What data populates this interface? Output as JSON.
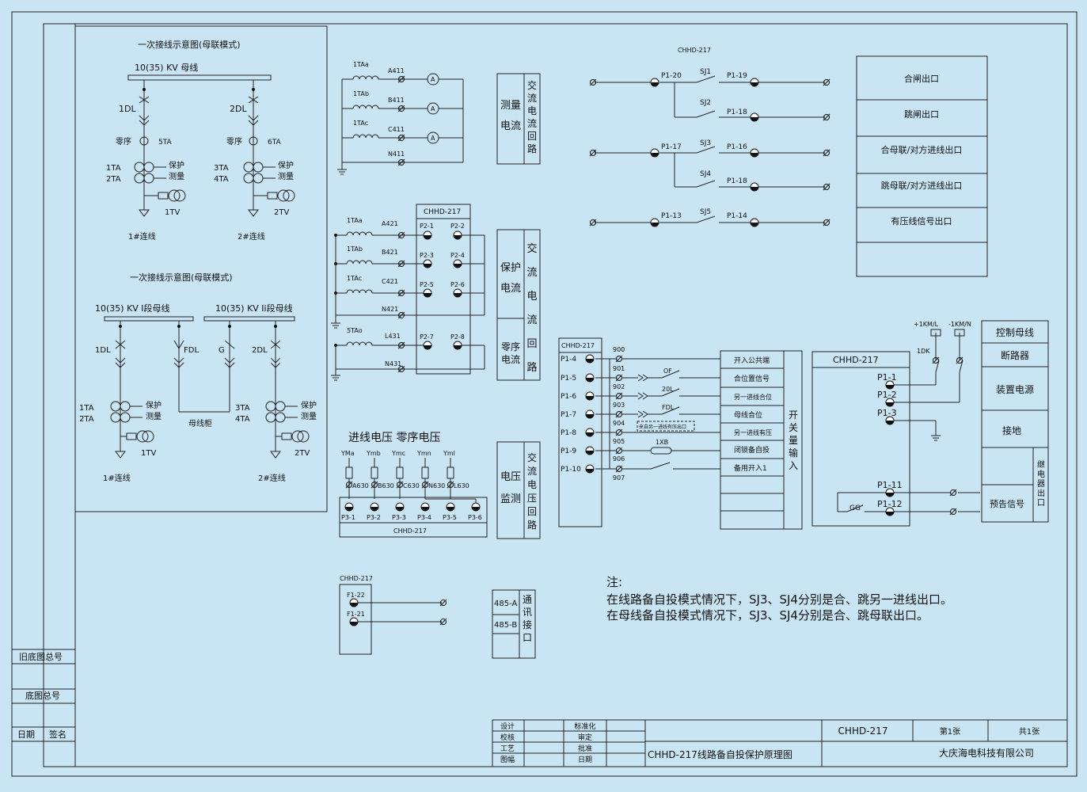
{
  "sec_a": {
    "title": "一次接线示意图(母联模式)",
    "bus": "10(35) KV  母线",
    "dl1": "1DL",
    "dl2": "2DL",
    "zero": "零序",
    "ta5": "5TA",
    "ta6": "6TA",
    "ta1": "1TA",
    "ta2": "2TA",
    "ta3": "3TA",
    "ta4": "4TA",
    "prot": "保护",
    "meas": "测量",
    "tv1": "1TV",
    "tv2": "2TV",
    "line1": "1#连线",
    "line2": "2#连线"
  },
  "sec_b": {
    "title": "一次接线示意图(母联模式)",
    "bus1": "10(35) KV  I段母线",
    "bus2": "10(35) KV  Ii段母线",
    "dl1": "1DL",
    "fdl": "FDL",
    "g": "G",
    "dl2": "2DL",
    "ta1": "1TA",
    "ta2": "2TA",
    "ta3": "3TA",
    "ta4": "4TA",
    "prot": "保护",
    "meas": "测量",
    "cab": "母线柜",
    "tv1": "1TV",
    "tv2": "2TV",
    "line1": "1#连线",
    "line2": "2#连线"
  },
  "meas_ct": {
    "ta": [
      "1TAa",
      "1TAb",
      "1TAc"
    ],
    "wire": [
      "A411",
      "B411",
      "C411",
      "N411"
    ],
    "meter": "A",
    "box_left": "测量\n电流",
    "box_right": "交流电流回路"
  },
  "prot_ct": {
    "device": "CHHD-217",
    "ta": [
      "1TAa",
      "1TAb",
      "1TAc",
      "5TAo"
    ],
    "wire": [
      "A421",
      "B421",
      "C421",
      "N421",
      "L431",
      "N431"
    ],
    "terms": [
      "P2-1",
      "P2-2",
      "P2-3",
      "P2-4",
      "P2-5",
      "P2-6",
      "P2-7",
      "P2-8"
    ],
    "box1": "保护\n电流",
    "box2": "零序\n电流",
    "box_right": "交流电流回路"
  },
  "vt": {
    "title": "进线电压  零序电压",
    "fuses": [
      "YMa",
      "Ymb",
      "Ymc",
      "Ymn",
      "Yml"
    ],
    "wires": [
      "A630",
      "B630",
      "C630",
      "N630",
      "L630"
    ],
    "terms": [
      "P3-1",
      "P3-2",
      "P3-3",
      "P3-4",
      "P3-5",
      "P3-6"
    ],
    "device": "CHHD-217",
    "box_left": "电压\n监测",
    "box_right": "交流电压回路"
  },
  "comm": {
    "device": "CHHD-217",
    "terms": [
      "F1-22",
      "F1-21"
    ],
    "a": "485-A",
    "b": "485-B",
    "box_right": "通讯接口"
  },
  "out": {
    "device": "CHHD-217",
    "rows": [
      {
        "left": "P1-20",
        "sj": "SJ1",
        "right": "P1-19"
      },
      {
        "left": "",
        "sj": "SJ2",
        "right": "P1-18"
      },
      {
        "left": "P1-17",
        "sj": "SJ3",
        "right": "P1-16"
      },
      {
        "left": "",
        "sj": "SJ4",
        "right": "P1-18"
      },
      {
        "left": "P1-13",
        "sj": "SJ5",
        "right": "P1-14"
      }
    ],
    "labels": [
      "合闸出口",
      "跳闸出口",
      "合母联/对方进线出口",
      "跳母联/对方进线出口",
      "有压线信号出口",
      ""
    ]
  },
  "inputs": {
    "device": "CHHD-217",
    "terms": [
      "P1-4",
      "P1-5",
      "P1-6",
      "P1-7",
      "P1-8",
      "P1-9",
      "P1-10"
    ],
    "wires": [
      "900",
      "901",
      "902",
      "903",
      "904",
      "905",
      "906",
      "907"
    ],
    "contacts": [
      "OF",
      "20L",
      "FDL",
      "来自另一进线有压出口",
      "1XB"
    ],
    "labels": [
      "开入公共端",
      "合位置信号",
      "另一进线合位",
      "母线合位",
      "另一进线有压",
      "闭锁备自投",
      "备用开入1",
      "",
      "",
      ""
    ],
    "side": "开关量输入"
  },
  "power": {
    "device": "CHHD-217",
    "terms": [
      "P1-1",
      "P1-2",
      "P1-3",
      "P1-11",
      "P1-12"
    ],
    "km_l": "+1KM/L",
    "km_n": "-1KM/N",
    "dk": "1DK",
    "gg": "GG",
    "labels": [
      "控制母线",
      "断路器",
      "装置电源",
      "接地"
    ],
    "signal": "预告信号",
    "relay": "继电器出口"
  },
  "note": {
    "title": "注:",
    "line1": "在线路备自投模式情况下，SJ3、SJ4分别是合、跳另一进线出口。",
    "line2": "在母线备自投模式情况下，SJ3、SJ4分别是合、跳母联出口。"
  },
  "left_strip": {
    "a": "旧底图总号",
    "b": "底图总号",
    "c": "日期",
    "d": "签名"
  },
  "title_block": {
    "c1": [
      "设计",
      "校核",
      "工艺",
      "图幅"
    ],
    "c3": [
      "标准化",
      "审定",
      "批准",
      "日期"
    ],
    "model": "CHHD-217",
    "sheet": "第1张",
    "total": "共1张",
    "title": "CHHD-217线路备自投保护原理图",
    "company": "大庆海电科技有限公司"
  }
}
